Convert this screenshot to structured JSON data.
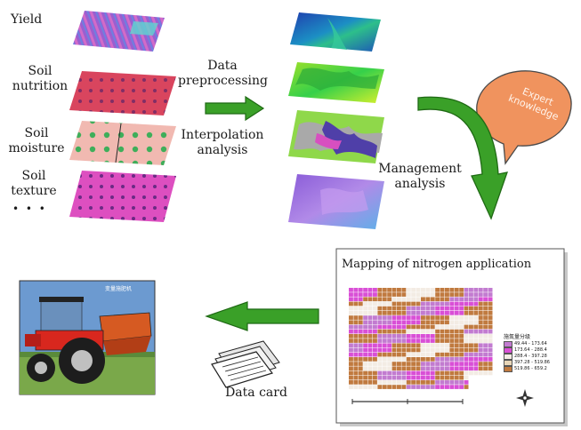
{
  "layers": {
    "yield": "Yield",
    "soil_nutrition": [
      "Soil",
      "nutrition"
    ],
    "soil_moisture": [
      "Soil",
      "moisture"
    ],
    "soil_texture": [
      "Soil",
      "texture"
    ],
    "ellipsis": "• • •"
  },
  "steps": {
    "preprocessing": [
      "Data",
      "preprocessing"
    ],
    "interpolation": [
      "Interpolation",
      "analysis"
    ],
    "management": [
      "Management",
      "analysis"
    ],
    "expert": [
      "Expert",
      "knowledge"
    ],
    "data_card": "Data card"
  },
  "nitrogen_map": {
    "title": "Mapping of nitrogen application",
    "legend_title": "施氮量分级",
    "legend": [
      {
        "label": "49.44 - 173.64",
        "color": "#c27bd0"
      },
      {
        "label": "173.64 - 288.4",
        "color": "#d94fd6"
      },
      {
        "label": "288.4 - 397.28",
        "color": "#f3ece4"
      },
      {
        "label": "397.28 - 519.86",
        "color": "#e8d6b8"
      },
      {
        "label": "519.86 - 659.2",
        "color": "#c07a3f"
      }
    ]
  },
  "tractor_photo": {
    "caption": "变量施肥机"
  },
  "colors": {
    "arrow": "#3aa028",
    "arrow_edge": "#1f6a14",
    "bubble": "#f0935e",
    "yield_layer": "#a070d0",
    "nutrition_layer": "#d9455e",
    "moisture_layer": "#f0b8b0",
    "texture_layer": "#e050c0"
  }
}
